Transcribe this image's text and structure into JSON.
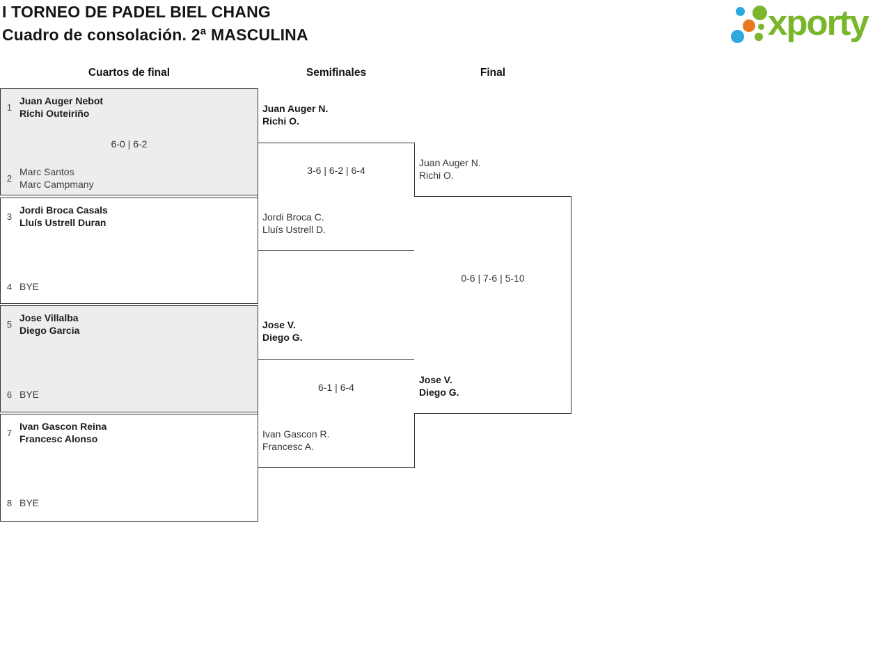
{
  "header": {
    "title_line1": "I TORNEO DE PADEL BIEL CHANG",
    "title_line2": "Cuadro de consolación. 2ª MASCULINA"
  },
  "logo": {
    "text": "xporty",
    "brand_colors": {
      "green": "#7ab62c",
      "blue": "#2ea9e0",
      "orange": "#e7791e"
    }
  },
  "columns": [
    {
      "label": "Cuartos de final"
    },
    {
      "label": "Semifinales"
    },
    {
      "label": "Final"
    }
  ],
  "rounds": {
    "cuartos": {
      "matches": [
        {
          "top": {
            "seed": "1",
            "p1": "Juan Auger Nebot",
            "p2": "Richi Outeiriño",
            "winner": true
          },
          "score": "6-0 | 6-2",
          "bottom": {
            "seed": "2",
            "p1": "Marc Santos",
            "p2": "Marc Campmany",
            "winner": false
          }
        },
        {
          "top": {
            "seed": "3",
            "p1": "Jordi Broca Casals",
            "p2": "Lluís Ustrell Duran",
            "winner": true
          },
          "bottom": {
            "seed": "4",
            "p1": "BYE",
            "winner": false
          }
        },
        {
          "top": {
            "seed": "5",
            "p1": "Jose Villalba",
            "p2": "Diego Garcia",
            "winner": true
          },
          "bottom": {
            "seed": "6",
            "p1": "BYE",
            "winner": false
          }
        },
        {
          "top": {
            "seed": "7",
            "p1": "Ivan Gascon Reina",
            "p2": "Francesc Alonso",
            "winner": true
          },
          "bottom": {
            "seed": "8",
            "p1": "BYE",
            "winner": false
          }
        }
      ]
    },
    "semifinales": {
      "matches": [
        {
          "top": {
            "p1": "Juan Auger N.",
            "p2": "Richi O.",
            "winner": true
          },
          "score": "3-6 | 6-2 | 6-4",
          "bottom": {
            "p1": "Jordi Broca C.",
            "p2": "Lluís Ustrell D.",
            "winner": false
          }
        },
        {
          "top": {
            "p1": "Jose V.",
            "p2": "Diego G.",
            "winner": true
          },
          "score": "6-1 | 6-4",
          "bottom": {
            "p1": "Ivan Gascon R.",
            "p2": "Francesc A.",
            "winner": false
          }
        }
      ]
    },
    "final": {
      "matches": [
        {
          "top": {
            "p1": "Juan Auger N.",
            "p2": "Richi O.",
            "winner": false
          },
          "score": "0-6 | 7-6 | 5-10",
          "bottom": {
            "p1": "Jose V.",
            "p2": "Diego G.",
            "winner": true
          }
        }
      ]
    }
  }
}
